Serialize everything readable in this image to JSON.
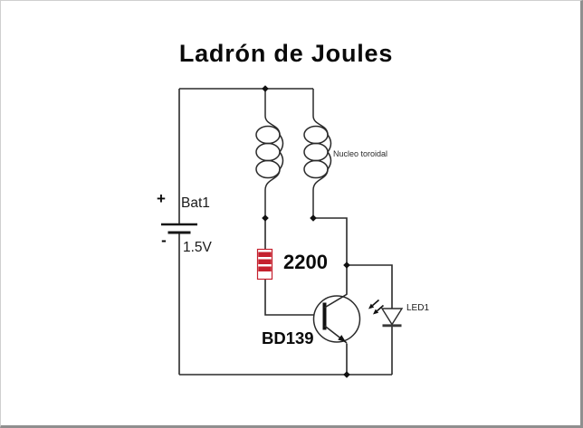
{
  "page": {
    "title": "Ladrón de Joules",
    "background": "#ffffff"
  },
  "colors": {
    "wire": "#2a2a2a",
    "resistor_red": "#c5212e",
    "text": "#1a1a1a"
  },
  "components": {
    "battery": {
      "designator": "Bat1",
      "voltage": "1.5V",
      "plus": "+",
      "minus": "-"
    },
    "transformer": {
      "label": "Nucleo toroidal"
    },
    "resistor": {
      "value": "2200"
    },
    "transistor": {
      "designator": "BD139"
    },
    "led": {
      "designator": "LED1"
    }
  }
}
